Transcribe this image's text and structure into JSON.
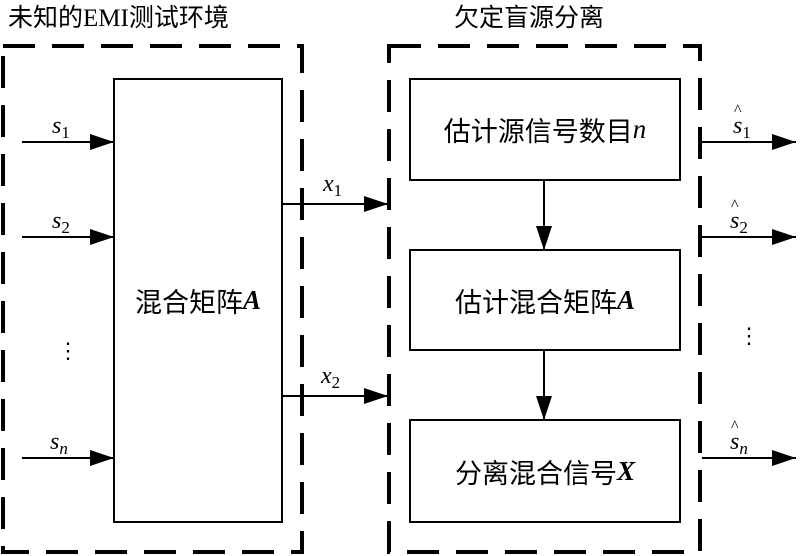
{
  "left_group": {
    "title": "未知的EMI测试环境",
    "mixing_box": {
      "text": "混合矩阵",
      "symbol": "A"
    },
    "inputs": [
      {
        "var": "s",
        "sub": "1"
      },
      {
        "var": "s",
        "sub": "2"
      },
      {
        "var": "s",
        "sub": "n"
      }
    ],
    "ellipsis": "⋮"
  },
  "mixed_signals": [
    {
      "var": "x",
      "sub": "1"
    },
    {
      "var": "x",
      "sub": "2"
    }
  ],
  "right_group": {
    "title": "欠定盲源分离",
    "steps": [
      {
        "text": "估计源信号数目",
        "symbol": "n"
      },
      {
        "text": "估计混合矩阵",
        "symbol": "A"
      },
      {
        "text": "分离混合信号",
        "symbol": "X"
      }
    ],
    "outputs": [
      {
        "var": "s",
        "sub": "1"
      },
      {
        "var": "s",
        "sub": "2"
      },
      {
        "var": "s",
        "sub": "n"
      }
    ],
    "ellipsis": "⋮"
  }
}
